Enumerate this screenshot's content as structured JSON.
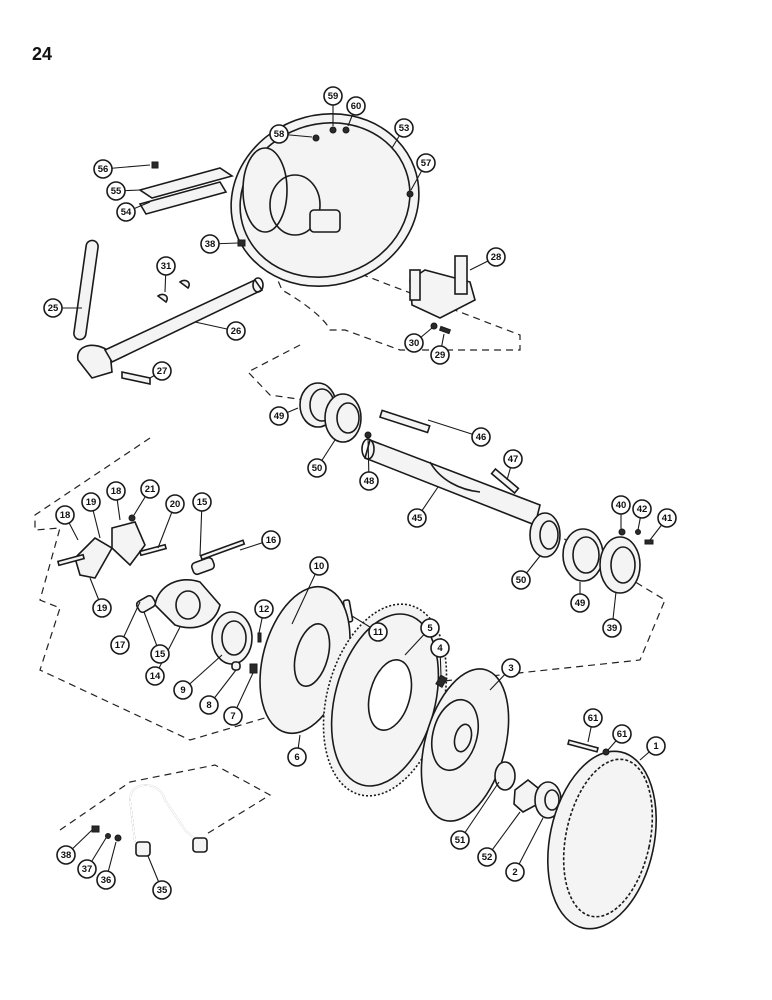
{
  "page_number": "24",
  "callouts": [
    "1",
    "2",
    "3",
    "4",
    "5",
    "6",
    "7",
    "8",
    "9",
    "10",
    "11",
    "12",
    "14",
    "15",
    "15",
    "16",
    "17",
    "18",
    "18",
    "19",
    "19",
    "20",
    "21",
    "25",
    "26",
    "27",
    "28",
    "29",
    "30",
    "31",
    "35",
    "36",
    "37",
    "38",
    "38",
    "39",
    "40",
    "41",
    "42",
    "45",
    "46",
    "47",
    "48",
    "49",
    "49",
    "50",
    "50",
    "51",
    "52",
    "53",
    "54",
    "55",
    "56",
    "57",
    "58",
    "59",
    "60",
    "61",
    "61"
  ]
}
